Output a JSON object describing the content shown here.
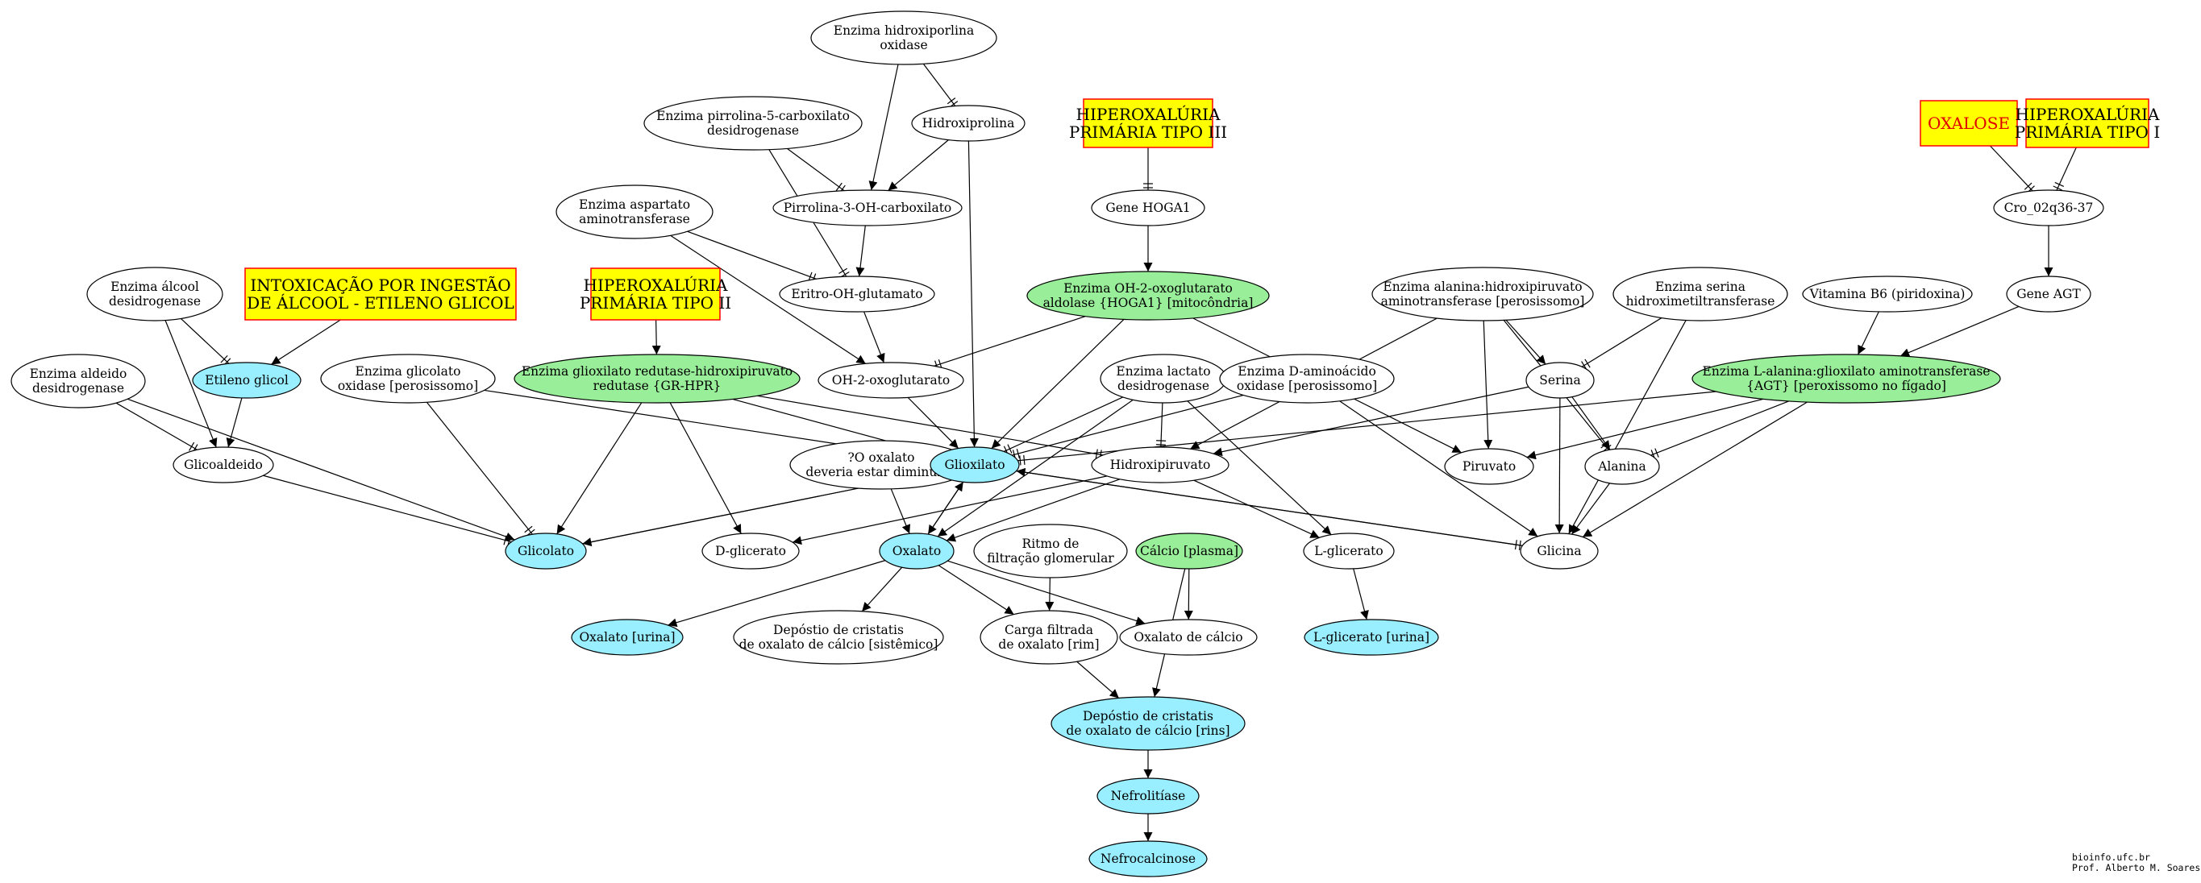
{
  "colors": {
    "plain": "#ffffff",
    "cyan": "#99eeff",
    "green": "#99ee99",
    "box": "#ffff00",
    "box_border": "#ff0000",
    "red_text": "#e00000"
  },
  "nodes": [
    {
      "id": "hidroxiprolina_oxidase",
      "lines": [
        "Enzima hidroxiporlina",
        "oxidase"
      ],
      "style": "plain"
    },
    {
      "id": "hidroxiprolina",
      "lines": [
        "Hidroxiprolina"
      ],
      "style": "plain"
    },
    {
      "id": "pirrolina5",
      "lines": [
        "Enzima pirrolina-5-carboxilato",
        "desidrogenase"
      ],
      "style": "plain"
    },
    {
      "id": "pirrolina3",
      "lines": [
        "Pirrolina-3-OH-carboxilato"
      ],
      "style": "plain"
    },
    {
      "id": "aspartato",
      "lines": [
        "Enzima aspartato",
        "aminotransferase"
      ],
      "style": "plain"
    },
    {
      "id": "eritro",
      "lines": [
        "Eritro-OH-glutamato"
      ],
      "style": "plain"
    },
    {
      "id": "hiper3",
      "lines": [
        "HIPEROXALÚRIA",
        "PRIMÁRIA TIPO III"
      ],
      "style": "box"
    },
    {
      "id": "hoga1_gene",
      "lines": [
        "Gene HOGA1"
      ],
      "style": "plain"
    },
    {
      "id": "hoga1_enz",
      "lines": [
        "Enzima OH-2-oxoglutarato",
        "aldolase {HOGA1} [mitocôndria]"
      ],
      "style": "green"
    },
    {
      "id": "oxalose",
      "lines": [
        "OXALOSE"
      ],
      "style": "box_red"
    },
    {
      "id": "hiper1",
      "lines": [
        "HIPEROXALÚRIA",
        "PRIMÁRIA TIPO I"
      ],
      "style": "box"
    },
    {
      "id": "cro",
      "lines": [
        "Cro_02q36-37"
      ],
      "style": "plain"
    },
    {
      "id": "gene_agt",
      "lines": [
        "Gene AGT"
      ],
      "style": "plain"
    },
    {
      "id": "vitb6",
      "lines": [
        "Vitamina B6 (piridoxina)"
      ],
      "style": "plain"
    },
    {
      "id": "alc_desid",
      "lines": [
        "Enzima álcool",
        "desidrogenase"
      ],
      "style": "plain"
    },
    {
      "id": "intox",
      "lines": [
        "INTOXICAÇÃO POR INGESTÃO",
        "DE ÁLCOOL - ETILENO GLICOL"
      ],
      "style": "box"
    },
    {
      "id": "hiper2",
      "lines": [
        "HIPEROXALÚRIA",
        "PRIMÁRIA TIPO II"
      ],
      "style": "box"
    },
    {
      "id": "ala_hidroxi",
      "lines": [
        "Enzima alanina:hidroxipiruvato",
        "aminotransferase [perosissomo]"
      ],
      "style": "plain"
    },
    {
      "id": "serina_enz",
      "lines": [
        "Enzima serina",
        "hidroximetiltransferase"
      ],
      "style": "plain"
    },
    {
      "id": "aldeido_desid",
      "lines": [
        "Enzima aldeido",
        "desidrogenase"
      ],
      "style": "plain"
    },
    {
      "id": "etileno",
      "lines": [
        "Etileno glicol"
      ],
      "style": "cyan"
    },
    {
      "id": "glicolato_ox",
      "lines": [
        "Enzima glicolato",
        "oxidase [perosissomo]"
      ],
      "style": "plain"
    },
    {
      "id": "grhpr",
      "lines": [
        "Enzima glioxilato redutase-hidroxipiruvato",
        "redutase {GR-HPR}"
      ],
      "style": "green"
    },
    {
      "id": "oh2oxo",
      "lines": [
        "OH-2-oxoglutarato"
      ],
      "style": "plain"
    },
    {
      "id": "lactato",
      "lines": [
        "Enzima lactato",
        "desidrogenase"
      ],
      "style": "plain"
    },
    {
      "id": "daminoacido",
      "lines": [
        "Enzima D-aminoácido",
        "oxidase [perosissomo]"
      ],
      "style": "plain"
    },
    {
      "id": "serina",
      "lines": [
        "Serina"
      ],
      "style": "plain"
    },
    {
      "id": "agt",
      "lines": [
        "Enzima L-alanina:glioxilato aminotransferase",
        "{AGT} [peroxissomo no fígado]"
      ],
      "style": "green"
    },
    {
      "id": "glicoaldeido",
      "lines": [
        "Glicoaldeido"
      ],
      "style": "plain"
    },
    {
      "id": "oxalato_q",
      "lines": [
        "?O oxalato",
        "deveria estar diminuido"
      ],
      "style": "plain"
    },
    {
      "id": "glioxilato",
      "lines": [
        "Glioxilato"
      ],
      "style": "cyan"
    },
    {
      "id": "hidroxipiruvato",
      "lines": [
        "Hidroxipiruvato"
      ],
      "style": "plain"
    },
    {
      "id": "piruvato",
      "lines": [
        "Piruvato"
      ],
      "style": "plain"
    },
    {
      "id": "alanina",
      "lines": [
        "Alanina"
      ],
      "style": "plain"
    },
    {
      "id": "glicolato",
      "lines": [
        "Glicolato"
      ],
      "style": "cyan"
    },
    {
      "id": "dglicerato",
      "lines": [
        "D-glicerato"
      ],
      "style": "plain"
    },
    {
      "id": "oxalato",
      "lines": [
        "Oxalato"
      ],
      "style": "cyan"
    },
    {
      "id": "ritmo",
      "lines": [
        "Ritmo de",
        "filtração glomerular"
      ],
      "style": "plain"
    },
    {
      "id": "calcio",
      "lines": [
        "Cálcio [plasma]"
      ],
      "style": "green"
    },
    {
      "id": "lglicerato",
      "lines": [
        "L-glicerato"
      ],
      "style": "plain"
    },
    {
      "id": "glicina",
      "lines": [
        "Glicina"
      ],
      "style": "plain"
    },
    {
      "id": "oxal_urina",
      "lines": [
        "Oxalato [urina]"
      ],
      "style": "cyan"
    },
    {
      "id": "deposito_sist",
      "lines": [
        "Depóstio de cristatis",
        "de oxalato de cálcio [sistêmico]"
      ],
      "style": "plain"
    },
    {
      "id": "carga",
      "lines": [
        "Carga filtrada",
        "de oxalato [rim]"
      ],
      "style": "plain"
    },
    {
      "id": "oxal_calcio",
      "lines": [
        "Oxalato de cálcio"
      ],
      "style": "plain"
    },
    {
      "id": "lglic_urina",
      "lines": [
        "L-glicerato [urina]"
      ],
      "style": "cyan"
    },
    {
      "id": "deposito_rins",
      "lines": [
        "Depóstio de cristatis",
        "de oxalato de cálcio [rins]"
      ],
      "style": "cyan"
    },
    {
      "id": "nefrolitiase",
      "lines": [
        "Nefrolitíase"
      ],
      "style": "cyan"
    },
    {
      "id": "nefrocalcinose",
      "lines": [
        "Nefrocalcinose"
      ],
      "style": "cyan"
    }
  ],
  "edges": [
    [
      "hidroxiprolina_oxidase",
      "hidroxiprolina",
      "tee"
    ],
    [
      "hidroxiprolina_oxidase",
      "pirrolina3",
      "arrow"
    ],
    [
      "hidroxiprolina",
      "pirrolina3",
      "arrow"
    ],
    [
      "hidroxiprolina",
      "glioxilato",
      "arrow"
    ],
    [
      "pirrolina5",
      "pirrolina3",
      "tee"
    ],
    [
      "pirrolina5",
      "eritro",
      "tee"
    ],
    [
      "pirrolina3",
      "eritro",
      "arrow"
    ],
    [
      "aspartato",
      "eritro",
      "tee"
    ],
    [
      "aspartato",
      "oh2oxo",
      "arrow"
    ],
    [
      "eritro",
      "oh2oxo",
      "arrow"
    ],
    [
      "hiper3",
      "hoga1_gene",
      "tee"
    ],
    [
      "hoga1_gene",
      "hoga1_enz",
      "arrow"
    ],
    [
      "hoga1_enz",
      "oh2oxo",
      "tee"
    ],
    [
      "hoga1_enz",
      "glioxilato",
      "arrow"
    ],
    [
      "hoga1_enz",
      "piruvato",
      "arrow"
    ],
    [
      "oxalose",
      "cro",
      "tee"
    ],
    [
      "hiper1",
      "cro",
      "tee"
    ],
    [
      "cro",
      "gene_agt",
      "arrow"
    ],
    [
      "gene_agt",
      "agt",
      "arrow"
    ],
    [
      "vitb6",
      "agt",
      "arrow"
    ],
    [
      "alc_desid",
      "etileno",
      "tee"
    ],
    [
      "alc_desid",
      "glicoaldeido",
      "arrow"
    ],
    [
      "intox",
      "etileno",
      "arrow"
    ],
    [
      "hiper2",
      "grhpr",
      "arrow"
    ],
    [
      "ala_hidroxi",
      "serina",
      "arrow"
    ],
    [
      "ala_hidroxi",
      "piruvato",
      "arrow"
    ],
    [
      "ala_hidroxi",
      "alanina",
      "tee"
    ],
    [
      "ala_hidroxi",
      "hidroxipiruvato",
      "arrow"
    ],
    [
      "serina_enz",
      "serina",
      "tee"
    ],
    [
      "serina_enz",
      "glicina",
      "arrow"
    ],
    [
      "aldeido_desid",
      "glicoaldeido",
      "tee"
    ],
    [
      "aldeido_desid",
      "glicolato",
      "arrow"
    ],
    [
      "etileno",
      "glicoaldeido",
      "arrow"
    ],
    [
      "glicolato_ox",
      "glicolato",
      "tee"
    ],
    [
      "glicolato_ox",
      "glioxilato",
      "arrow"
    ],
    [
      "grhpr",
      "glicolato",
      "arrow"
    ],
    [
      "grhpr",
      "dglicerato",
      "arrow"
    ],
    [
      "grhpr",
      "glioxilato",
      "tee"
    ],
    [
      "grhpr",
      "hidroxipiruvato",
      "tee"
    ],
    [
      "oh2oxo",
      "glioxilato",
      "arrow"
    ],
    [
      "lactato",
      "glioxilato",
      "tee"
    ],
    [
      "lactato",
      "hidroxipiruvato",
      "tee"
    ],
    [
      "lactato",
      "oxalato",
      "arrow"
    ],
    [
      "lactato",
      "lglicerato",
      "arrow"
    ],
    [
      "daminoacido",
      "glioxilato",
      "tee"
    ],
    [
      "daminoacido",
      "glicina",
      "arrow"
    ],
    [
      "serina",
      "hidroxipiruvato",
      "arrow"
    ],
    [
      "serina",
      "alanina",
      "arrow"
    ],
    [
      "serina",
      "glicina",
      "arrow"
    ],
    [
      "agt",
      "glioxilato",
      "tee"
    ],
    [
      "agt",
      "alanina",
      "tee"
    ],
    [
      "agt",
      "piruvato",
      "arrow"
    ],
    [
      "agt",
      "glicina",
      "arrow"
    ],
    [
      "glicoaldeido",
      "glicolato",
      "tee"
    ],
    [
      "oxalato_q",
      "oxalato",
      "arrow"
    ],
    [
      "glioxilato",
      "glicolato",
      "arrow"
    ],
    [
      "glioxilato",
      "oxalato",
      "arrow"
    ],
    [
      "glioxilato",
      "glicina",
      "tee"
    ],
    [
      "glicolato",
      "glioxilato",
      "arrow"
    ],
    [
      "glicina",
      "glioxilato",
      "arrow"
    ],
    [
      "hidroxipiruvato",
      "dglicerato",
      "arrow"
    ],
    [
      "hidroxipiruvato",
      "lglicerato",
      "arrow"
    ],
    [
      "hidroxipiruvato",
      "oxalato",
      "arrow"
    ],
    [
      "alanina",
      "glicina",
      "arrow"
    ],
    [
      "oxalato",
      "glioxilato",
      "arrow"
    ],
    [
      "oxalato",
      "oxal_urina",
      "arrow"
    ],
    [
      "oxalato",
      "deposito_sist",
      "arrow"
    ],
    [
      "oxalato",
      "carga",
      "arrow"
    ],
    [
      "oxalato",
      "oxal_calcio",
      "arrow"
    ],
    [
      "ritmo",
      "carga",
      "arrow"
    ],
    [
      "calcio",
      "oxal_calcio",
      "arrow"
    ],
    [
      "calcio",
      "deposito_rins",
      "arrow"
    ],
    [
      "lglicerato",
      "lglic_urina",
      "arrow"
    ],
    [
      "carga",
      "deposito_rins",
      "arrow"
    ],
    [
      "deposito_rins",
      "nefrolitiase",
      "arrow"
    ],
    [
      "nefrolitiase",
      "nefrocalcinose",
      "arrow"
    ]
  ],
  "credit": {
    "site": "bioinfo.ufc.br",
    "author": "Prof. Alberto M. Soares"
  }
}
